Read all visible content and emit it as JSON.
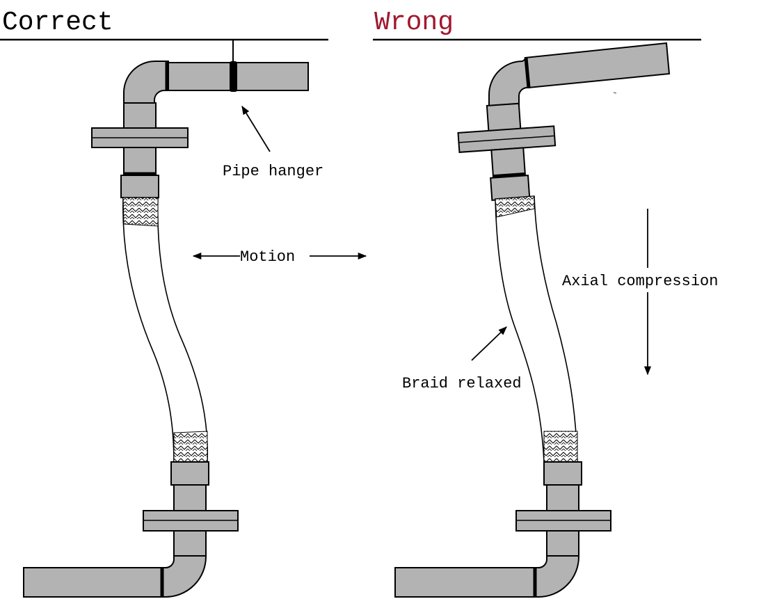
{
  "panels": {
    "correct": {
      "title": "Correct",
      "labels": {
        "pipe_hanger": "Pipe hanger",
        "motion": "Motion"
      }
    },
    "wrong": {
      "title": "Wrong",
      "labels": {
        "axial_compression": "Axial compression",
        "braid_relaxed": "Braid relaxed"
      }
    }
  },
  "colors": {
    "pipe_fill": "#b3b3b3",
    "outline": "#000000",
    "wrong_title": "#a0182e",
    "background": "#ffffff"
  }
}
